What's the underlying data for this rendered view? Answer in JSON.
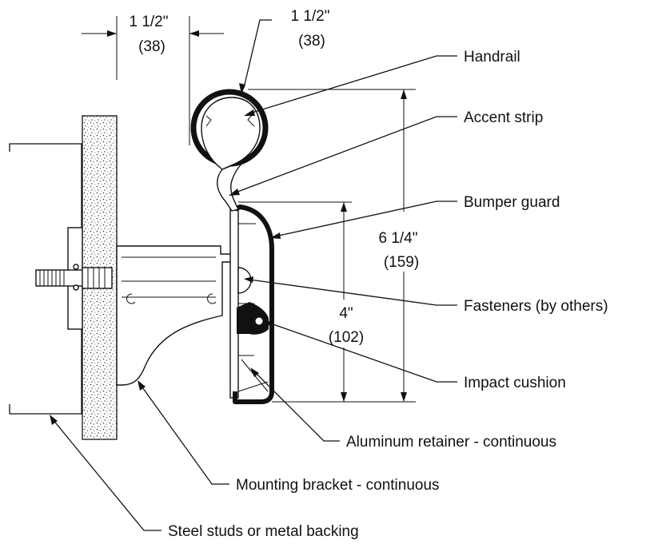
{
  "dimensions": {
    "wall_offset_in": "1 1/2\"",
    "wall_offset_mm": "(38)",
    "rail_diameter_in": "1 1/2\"",
    "rail_diameter_mm": "(38)",
    "overall_height_in": "6 1/4\"",
    "overall_height_mm": "(159)",
    "guard_height_in": "4\"",
    "guard_height_mm": "(102)"
  },
  "callouts": {
    "handrail": "Handrail",
    "accent_strip": "Accent strip",
    "bumper_guard": "Bumper guard",
    "fasteners": "Fasteners (by others)",
    "impact_cushion": "Impact cushion",
    "aluminum_retainer": "Aluminum retainer - continuous",
    "mounting_bracket": "Mounting bracket - continuous",
    "steel_studs": "Steel studs or metal backing"
  }
}
